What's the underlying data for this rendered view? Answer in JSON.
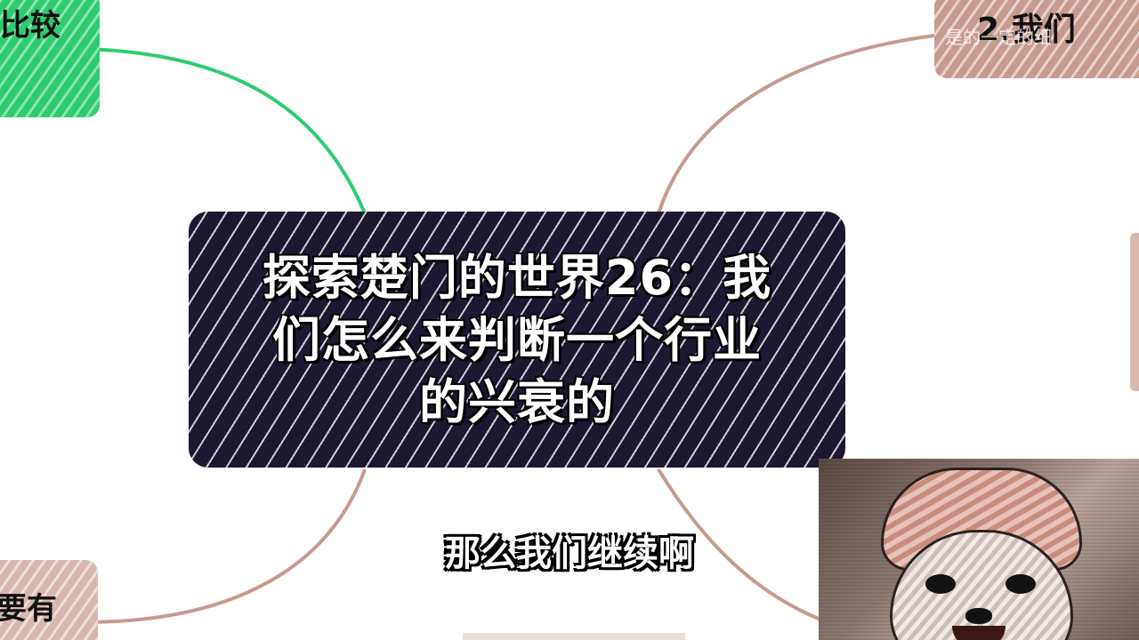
{
  "central_topic": {
    "title_lines": [
      "探索楚门的世界26：我",
      "们怎么来判断一个行业",
      "的兴衰的"
    ]
  },
  "branches": {
    "top_left": {
      "text": "比较"
    },
    "bottom_left": {
      "text": "要有"
    },
    "top_right": {
      "text": "2.我们",
      "faded_text": "是的一定的细"
    }
  },
  "subtitle": "那么我们继续啊",
  "colors": {
    "canvas": "#ffffff",
    "central_box": "#1d1830",
    "green_branch": "#2ecc71",
    "brown_branch": "#c79a8f"
  },
  "webcam": {
    "subject": "red-panda-with-hat"
  }
}
